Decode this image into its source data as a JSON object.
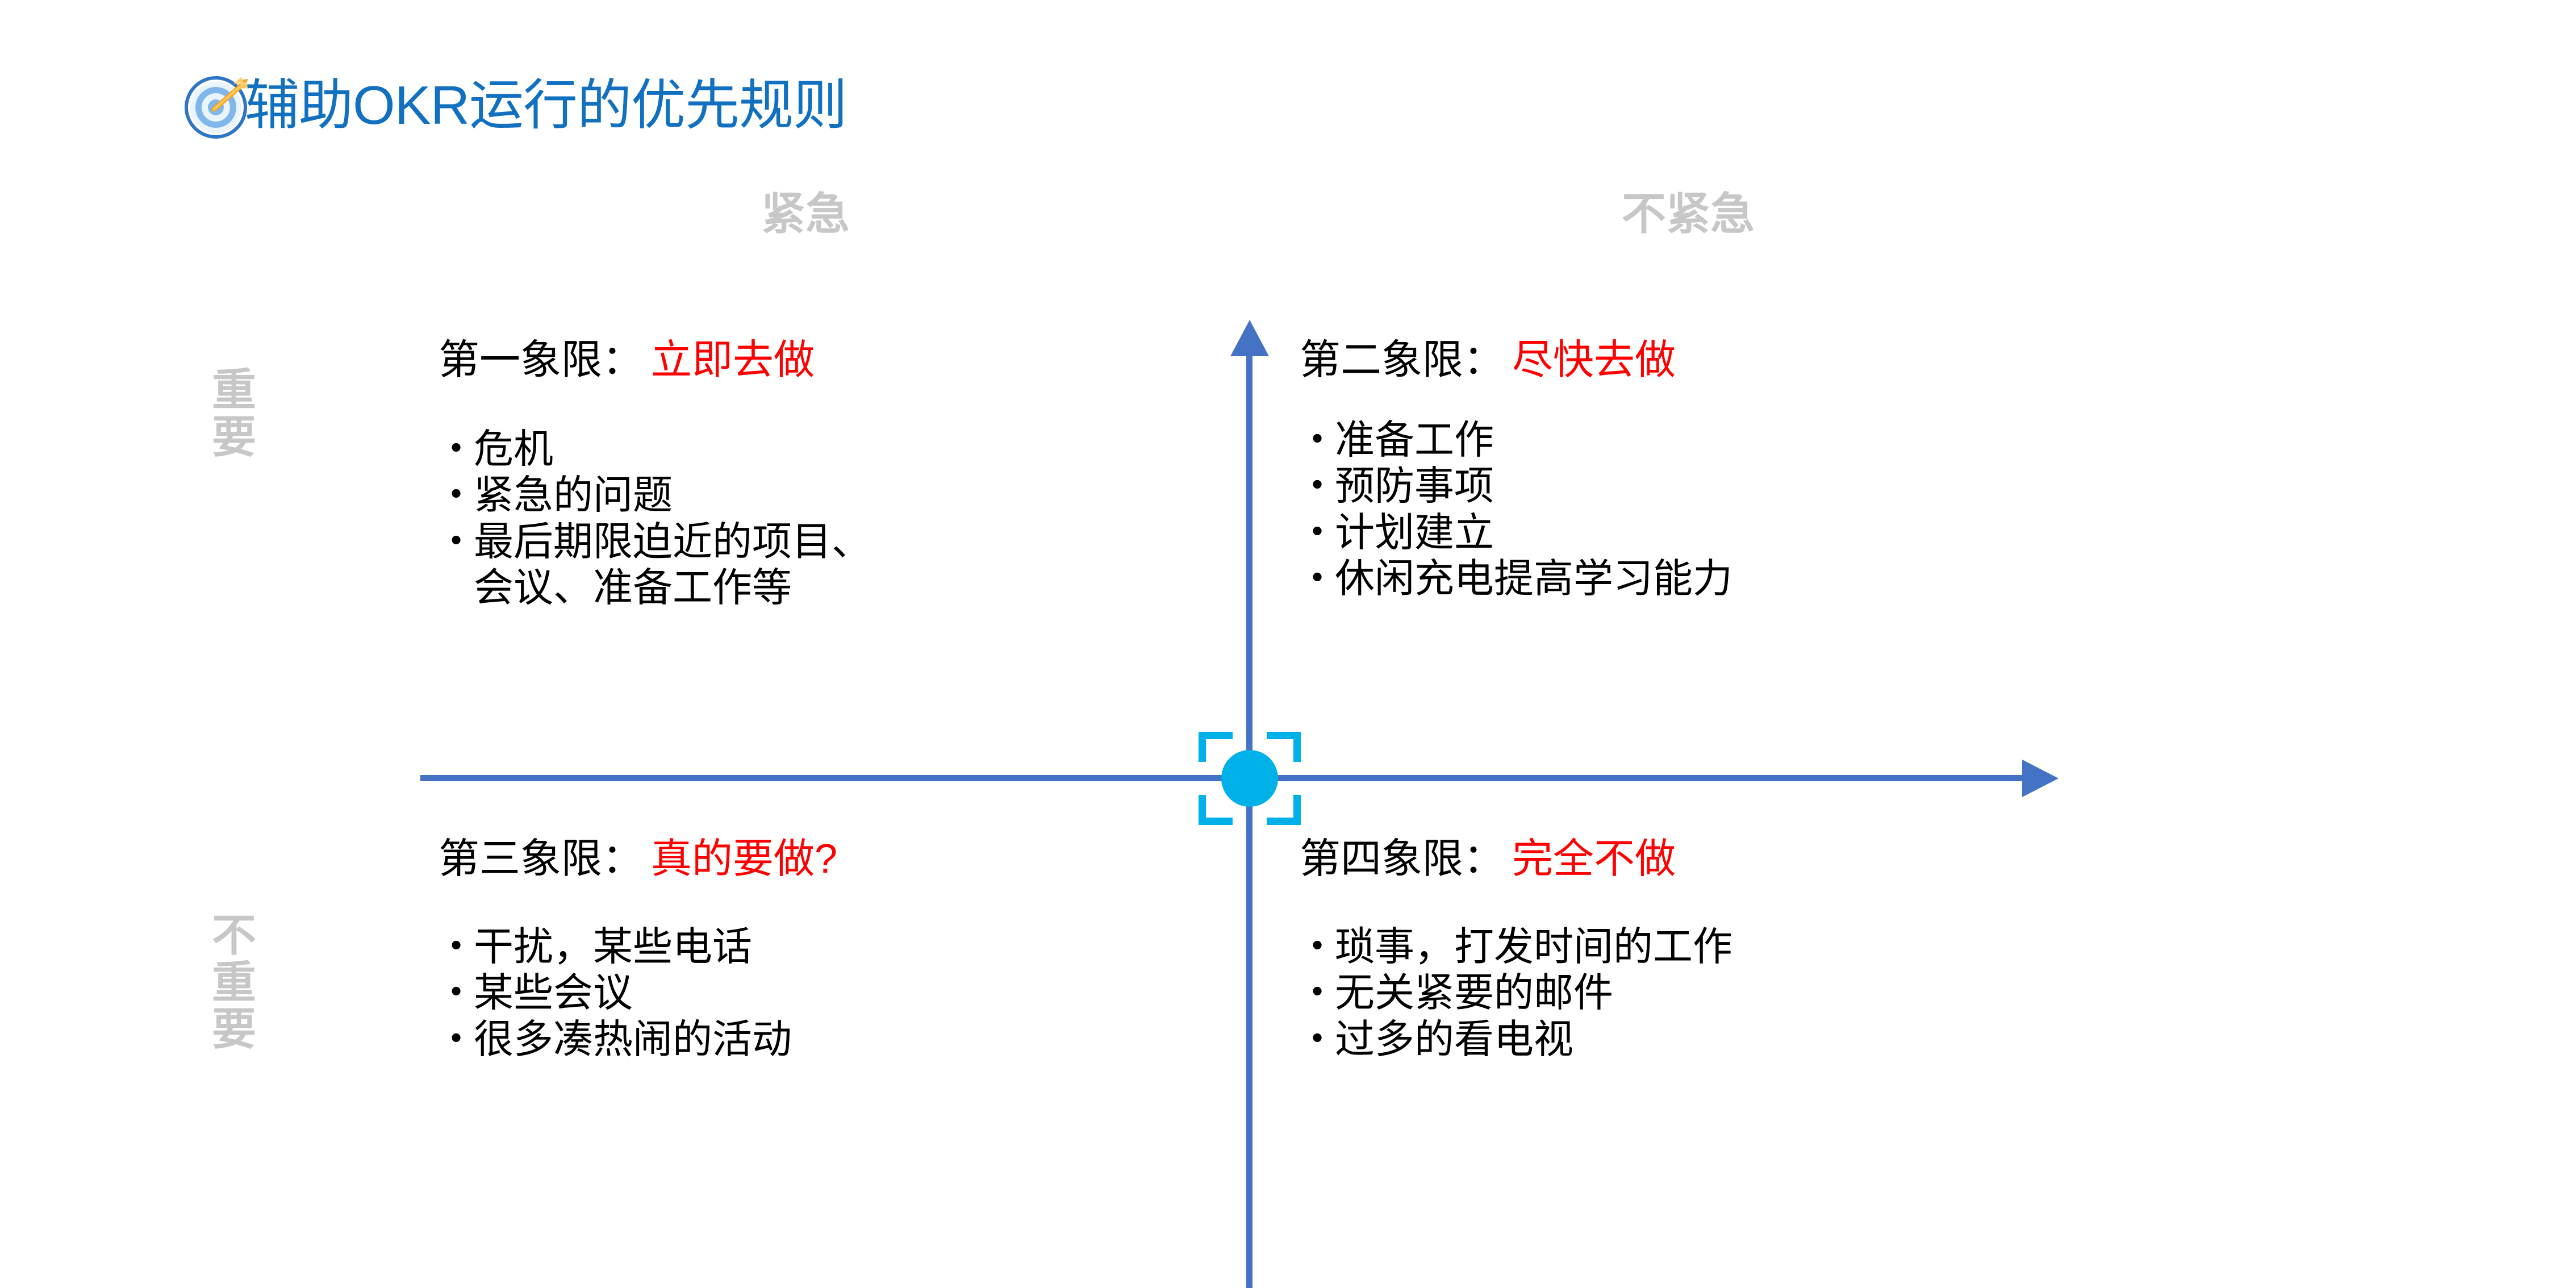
{
  "slide": {
    "title": "辅助OKR运行的优先规则",
    "title_color": "#1270C0",
    "icon": "target-with-arrow-icon"
  },
  "axes": {
    "color": "#4472C4",
    "column_headers": [
      {
        "label": "紧急"
      },
      {
        "label": "不紧急"
      }
    ],
    "row_headers": [
      {
        "label": "重要"
      },
      {
        "label": "不重要"
      }
    ],
    "header_color": "#C7C7C7",
    "center_marker_color": "#00B0E8"
  },
  "quadrants": [
    {
      "name": "第一象限",
      "label": "第一象限：",
      "action": "立即去做",
      "action_color": "#FF0000",
      "items": [
        "危机",
        "紧急的问题",
        "最后期限迫近的项目、\n会议、准备工作等"
      ]
    },
    {
      "name": "第二象限",
      "label": "第二象限：",
      "action": "尽快去做",
      "action_color": "#FF0000",
      "items": [
        "准备工作",
        "预防事项",
        "计划建立",
        "休闲充电提高学习能力"
      ]
    },
    {
      "name": "第三象限",
      "label": "第三象限：",
      "action": "真的要做?",
      "action_color": "#FF0000",
      "items": [
        "干扰，某些电话",
        "某些会议",
        "很多凑热闹的活动"
      ]
    },
    {
      "name": "第四象限",
      "label": "第四象限：",
      "action": "完全不做",
      "action_color": "#FF0000",
      "items": [
        "琐事，打发时间的工作",
        "无关紧要的邮件",
        "过多的看电视"
      ]
    }
  ],
  "bullet_glyph": "•"
}
